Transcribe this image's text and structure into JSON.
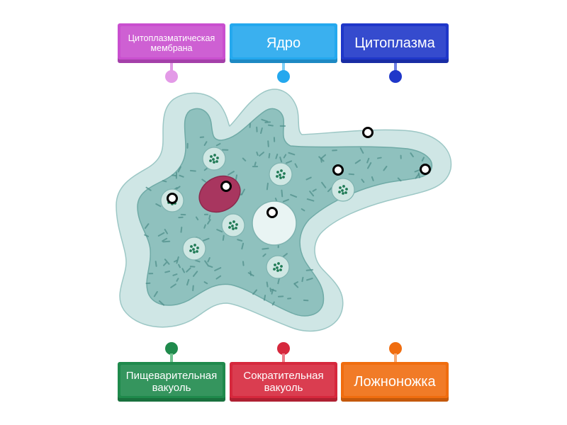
{
  "labels": [
    {
      "id": "membrane",
      "text": "Цитоплазматическая мембрана",
      "color": "#c94fcf",
      "line": "#e39ae7"
    },
    {
      "id": "nucleus",
      "text": "Ядро",
      "color": "#24a8ee",
      "line": "#7fd0f7"
    },
    {
      "id": "cytoplasm",
      "text": "Цитоплазма",
      "color": "#1f37c9",
      "line": "#6f80e3"
    },
    {
      "id": "digestive",
      "text": "Пищеварительная вакуоль",
      "color": "#1f8a4c",
      "line": "#6fc48f"
    },
    {
      "id": "contractile",
      "text": "Сократительная вакуоль",
      "color": "#d6283d",
      "line": "#ee7f8b"
    },
    {
      "id": "pseudopod",
      "text": "Ложноножка",
      "color": "#f06d0f",
      "line": "#f7ad7a"
    }
  ],
  "colors": {
    "outer_membrane": "#cfe6e5",
    "outer_stroke": "#9cc7c5",
    "cytoplasm": "#8fc1be",
    "cytoplasm_stroke": "#6faaa6",
    "granules": "#4f8f8b",
    "nucleus": "#a8365f",
    "contractile_vacuole": "#e9f4f3",
    "food_vacuole": "#cfe7e3",
    "food_dots": "#1f7a55",
    "hotspot_border": "#000000"
  }
}
